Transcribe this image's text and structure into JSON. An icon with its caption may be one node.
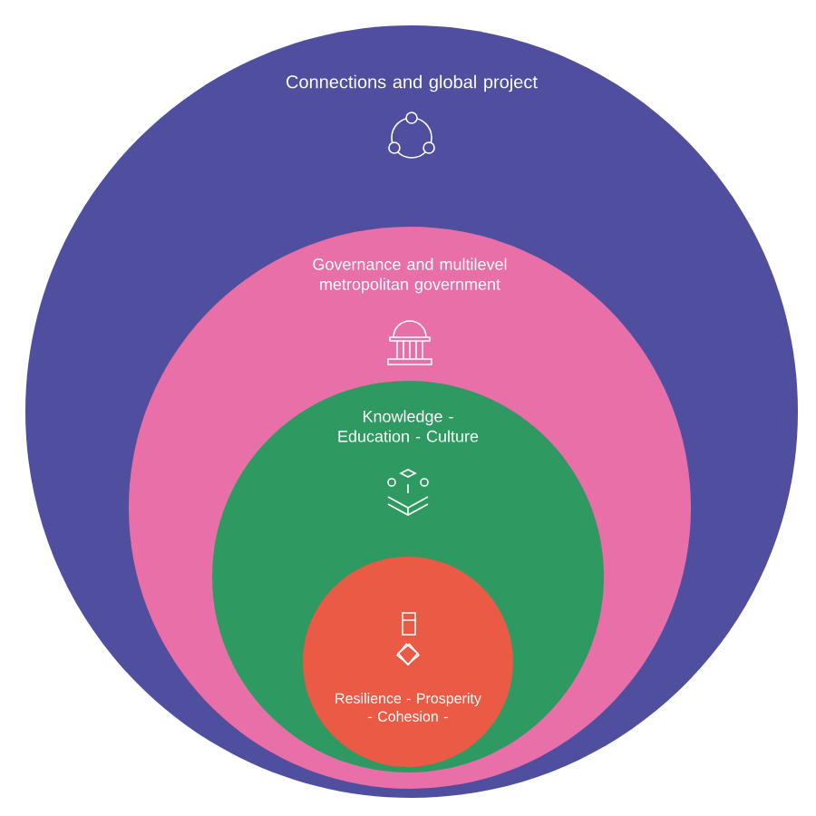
{
  "diagram": {
    "nodes": [
      {
        "text": [
          "Connections and global project"
        ]
      },
      {
        "text": [
          "Governance and multilevel metropolitan government"
        ],
        "in": 0
      },
      {
        "text": [
          "Knowledge - Education - Culture"
        ],
        "in": 1
      },
      {
        "text": [
          "Resilience - Prosperity - Cohesion -"
        ],
        "in": 2
      }
    ]
  }
}
